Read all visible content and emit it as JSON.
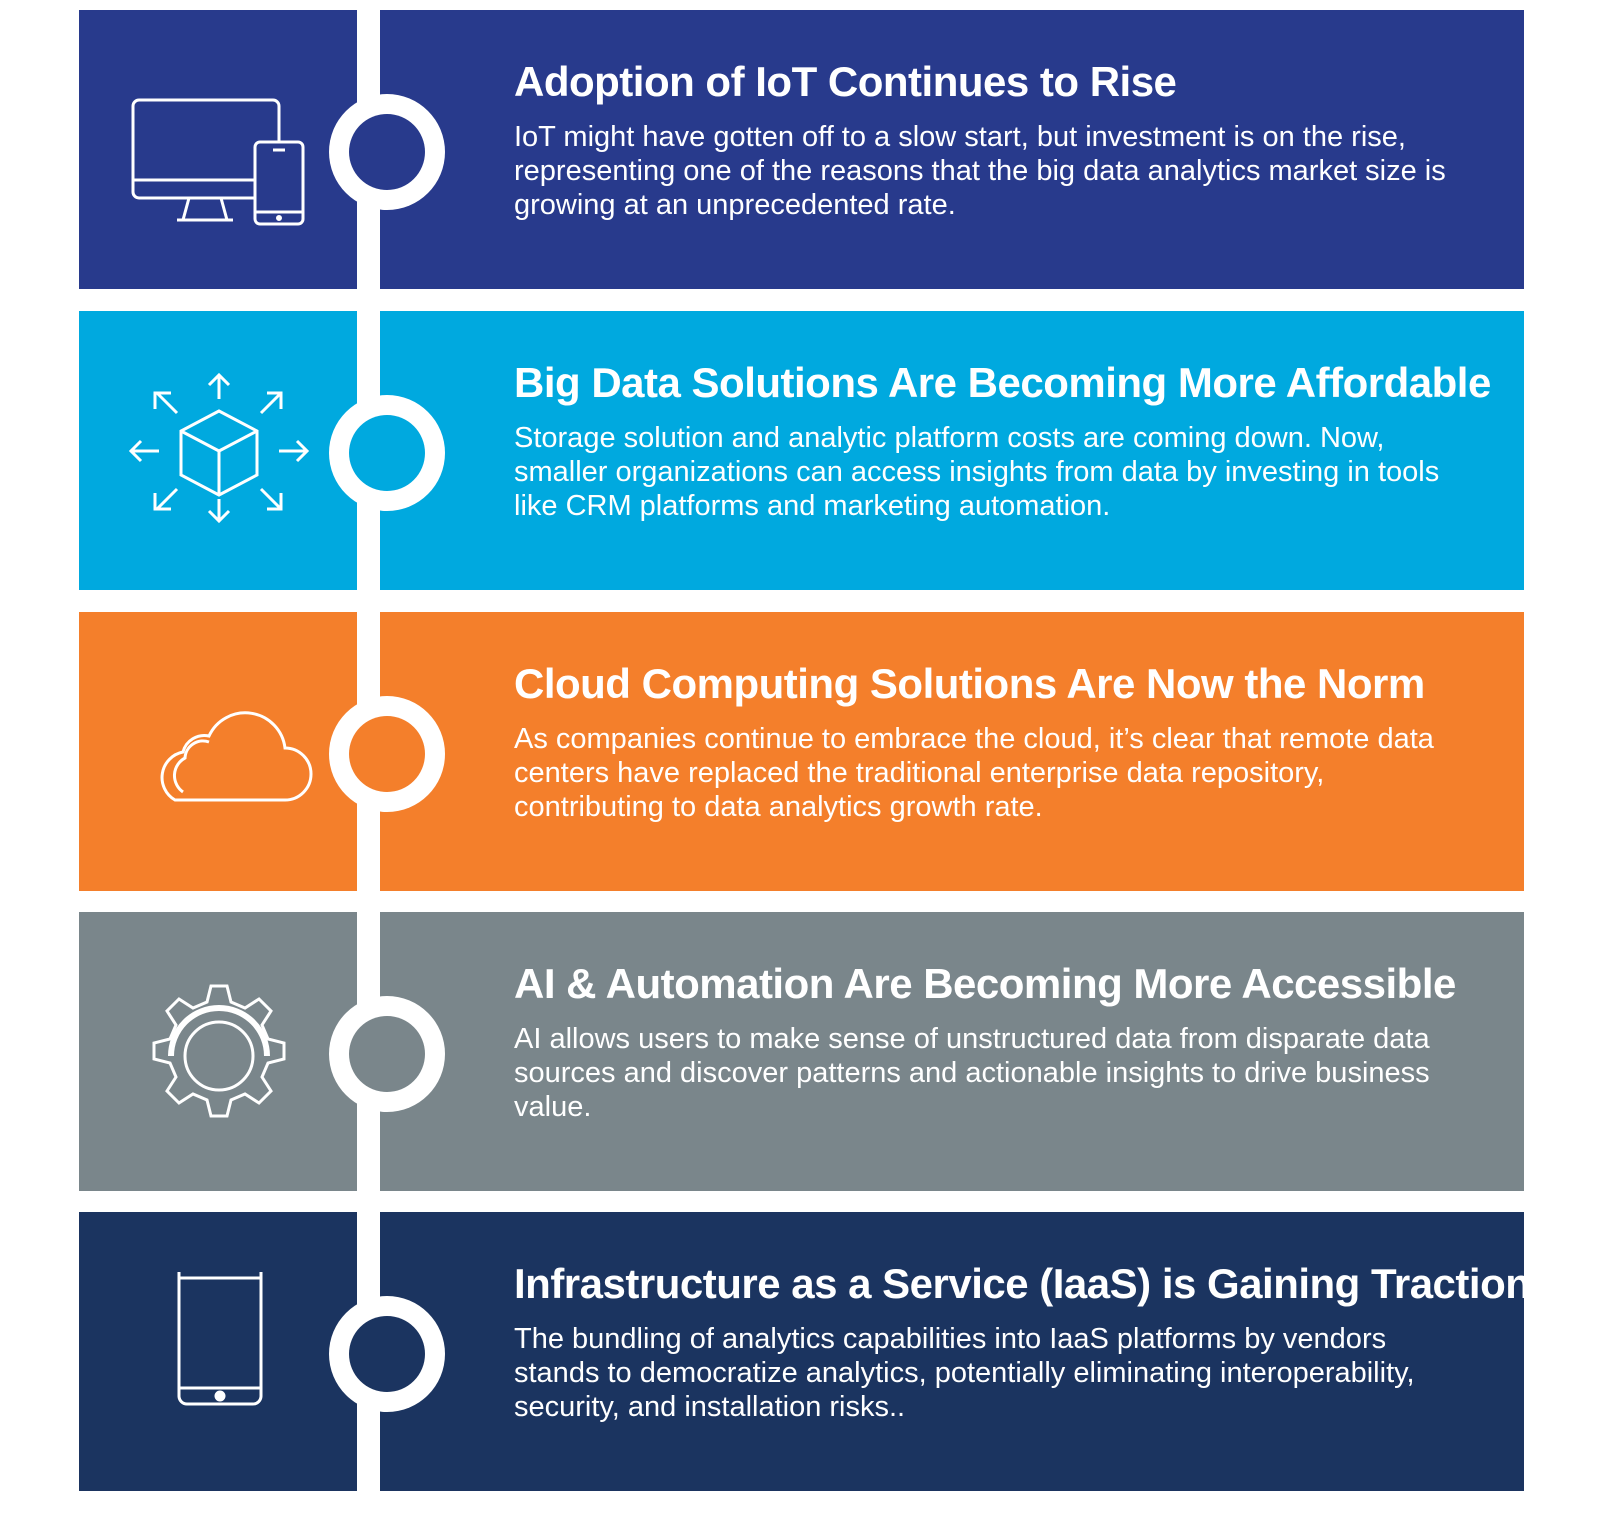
{
  "items": [
    {
      "title": "Adoption of IoT Continues to Rise",
      "body": "IoT might have gotten off to a slow start, but investment is on the rise, representing one of the reasons that the big data analytics market size is growing at an unprecedented rate.",
      "color": "#283a8c",
      "icon": "devices-icon"
    },
    {
      "title": "Big Data Solutions Are Becoming More Affordable",
      "body": "Storage solution and analytic platform costs are coming down. Now, smaller organizations can access insights from data by investing in tools like CRM platforms and marketing automation.",
      "color": "#00a9df",
      "icon": "cube-expand-icon"
    },
    {
      "title": "Cloud Computing Solutions Are Now the Norm",
      "body": "As companies continue to embrace the cloud, it’s clear that remote data centers have replaced the traditional enterprise data repository, contributing to data analytics growth rate.",
      "color": "#f47f2b",
      "icon": "cloud-icon"
    },
    {
      "title": "AI & Automation Are Becoming More Accessible",
      "body": "AI allows users to make sense of unstructured data  from disparate data sources and discover patterns and actionable insights to drive business value.",
      "color": "#7a868b",
      "icon": "gear-icon"
    },
    {
      "title": "Infrastructure as a Service (IaaS) is Gaining Traction",
      "body": "The bundling of analytics capabilities into IaaS platforms by vendors stands to democratize analytics, potentially eliminating interoperability, security, and installation risks..",
      "color": "#1b3460",
      "icon": "tablet-icon"
    }
  ]
}
